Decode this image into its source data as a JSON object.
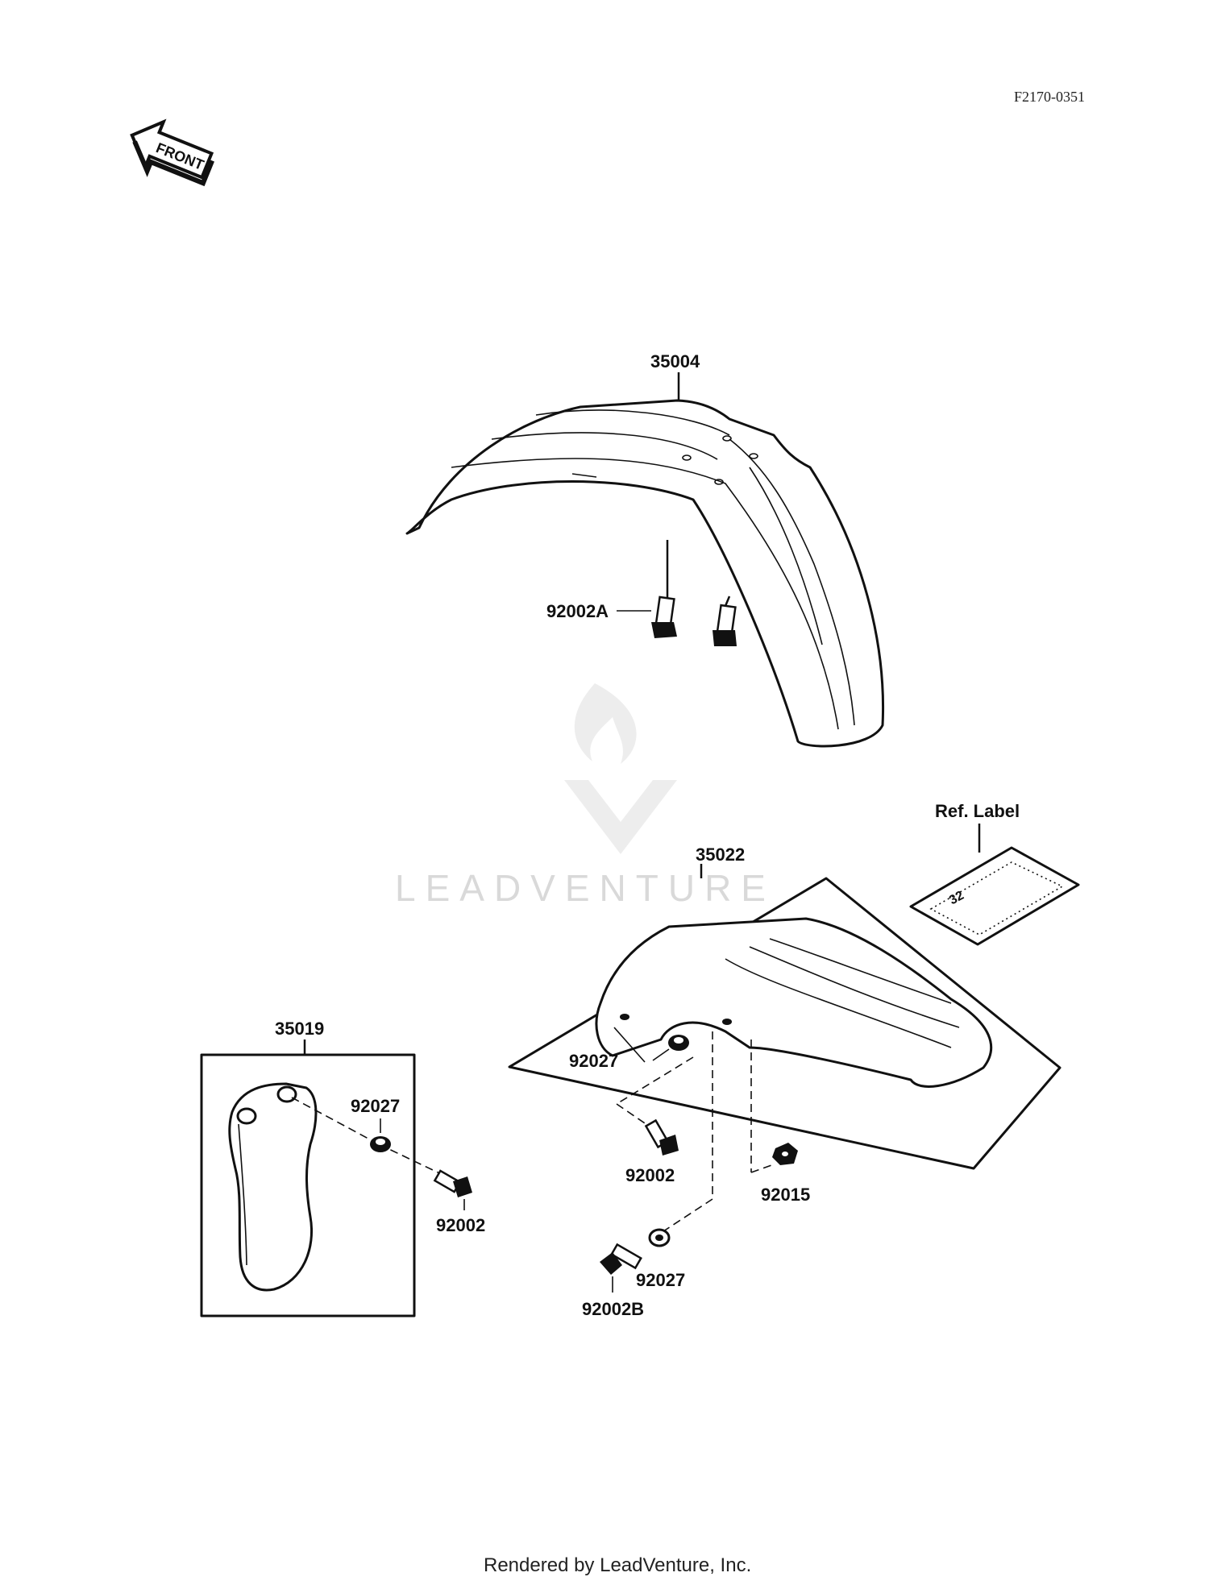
{
  "diagram": {
    "reference_code": "F2170-0351",
    "front_arrow_text": "FRONT",
    "watermark_text": "LEADVENTURE",
    "footer_text": "Rendered by LeadVenture, Inc.",
    "parts": {
      "front_fender": "35004",
      "front_fender_bolt_a": "92002A",
      "rear_fender": "35022",
      "ref_label": "Ref. Label",
      "ref_label_sticker": "32",
      "rear_collar": "92027",
      "rear_bolt": "92002",
      "rear_nut": "92015",
      "rear_collar_lower": "92027",
      "rear_bolt_b": "92002B",
      "side_cover": "35019",
      "side_cover_collar": "92027",
      "side_cover_bolt": "92002"
    }
  }
}
